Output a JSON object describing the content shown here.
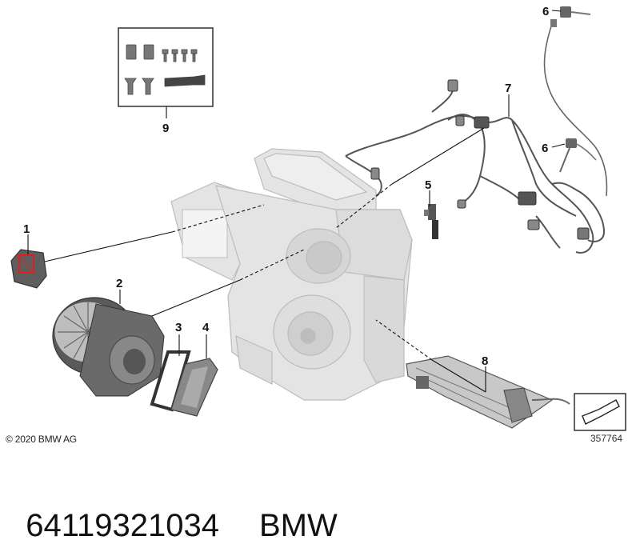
{
  "callouts": [
    {
      "id": "1",
      "label": "1"
    },
    {
      "id": "2",
      "label": "2"
    },
    {
      "id": "3",
      "label": "3"
    },
    {
      "id": "4",
      "label": "4"
    },
    {
      "id": "5",
      "label": "5"
    },
    {
      "id": "6a",
      "label": "6"
    },
    {
      "id": "6b",
      "label": "6"
    },
    {
      "id": "7",
      "label": "7"
    },
    {
      "id": "8",
      "label": "8"
    },
    {
      "id": "9",
      "label": "9"
    }
  ],
  "copyright": "© 2020 BMW AG",
  "reference_number": "357764",
  "footer": {
    "part_number": "64119321034",
    "brand": "BMW"
  },
  "colors": {
    "housing": "#e3e3e3",
    "housing_stroke": "#bdbdbd",
    "part_dark": "#4a4a4a",
    "highlight": "#e02020",
    "leader": "#111111"
  }
}
